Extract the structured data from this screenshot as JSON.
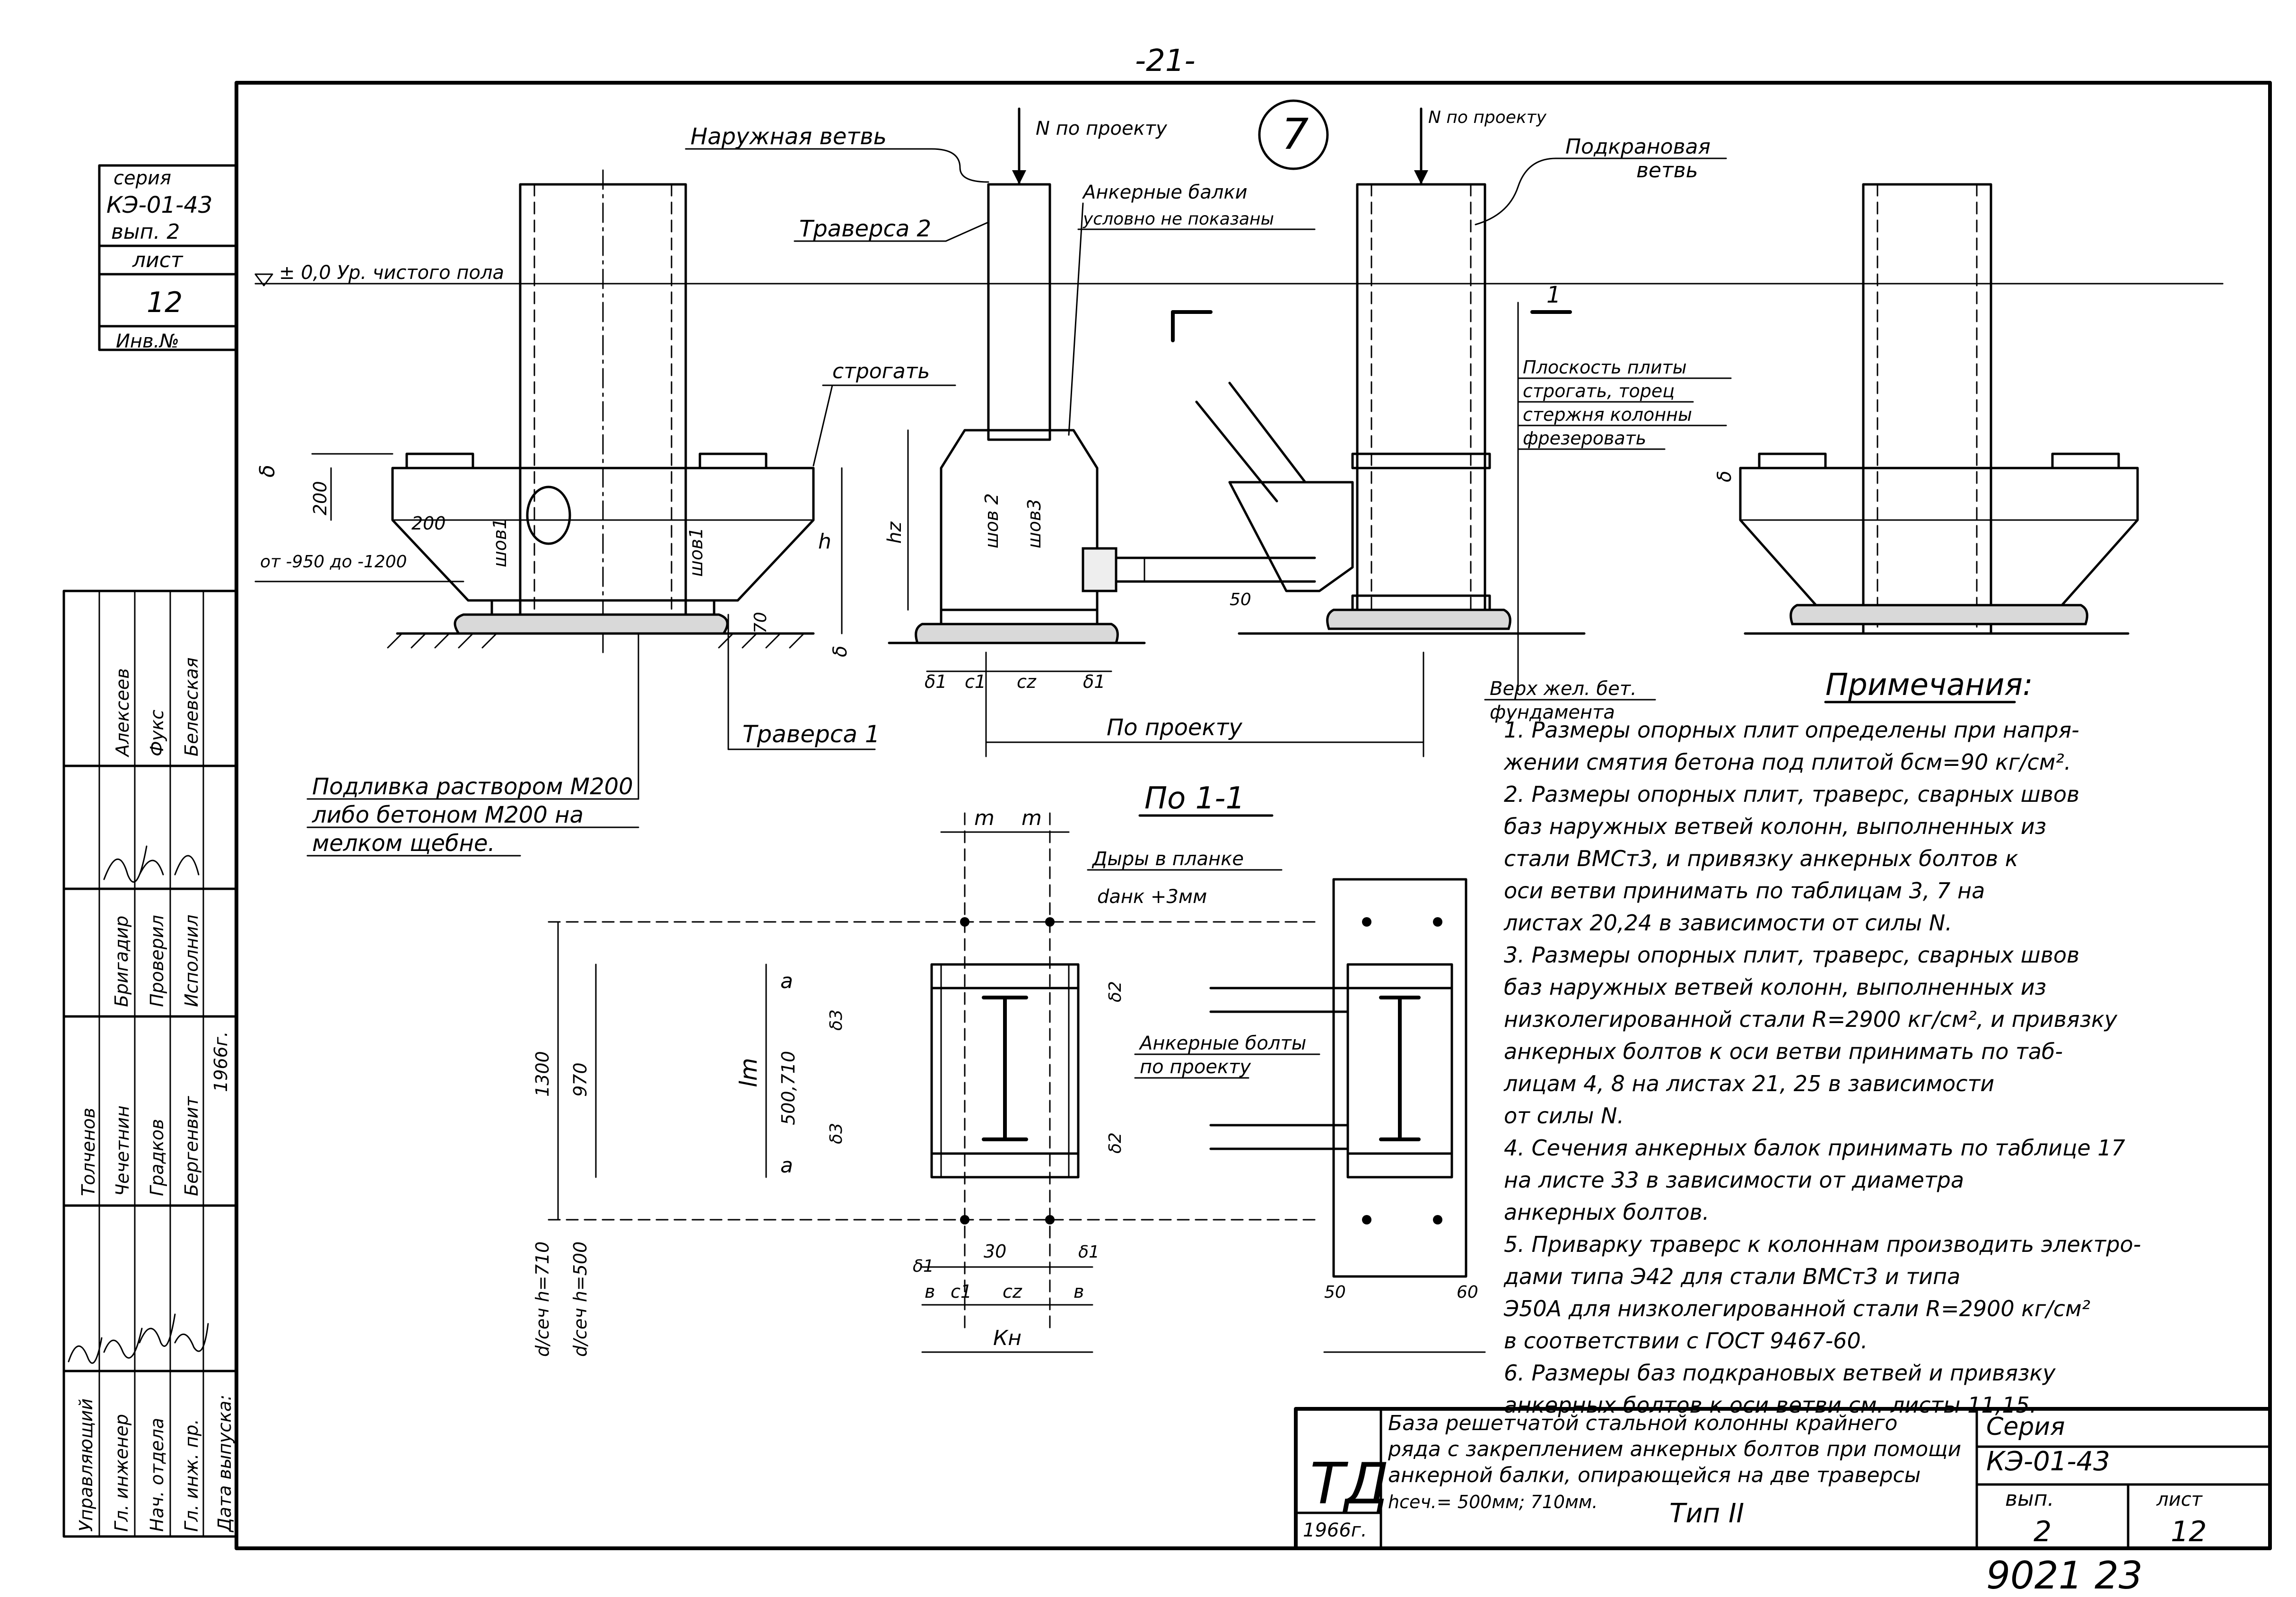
{
  "page_number": "-21-",
  "detail_number": "7",
  "title_block_left": {
    "series_label": "серия",
    "series_code": "КЭ-01-43",
    "issue": "вып. 2",
    "sheet_label": "лист",
    "sheet_number": "12",
    "inv_label": "Инв.№"
  },
  "signatures": {
    "roles": [
      "Управляющий",
      "Гл. инженер",
      "Нач. отдела",
      "Гл. инж. пр.",
      "Дата выпуска:"
    ],
    "roles2": [
      "Бригадир",
      "Проверил",
      "Исполнил"
    ],
    "names": [
      "Толченов",
      "Чечетнин",
      "Градков",
      "Бергенвит"
    ],
    "names2": [
      "Алексеев",
      "Фукс",
      "Белевская"
    ],
    "year": "1966г."
  },
  "labels": {
    "outer_branch": "Наружная ветвь",
    "n_left": "N по проекту",
    "n_right": "N по проекту",
    "crane_branch_1": "Подкрановая",
    "crane_branch_2": "ветвь",
    "traverse2": "Траверса 2",
    "anchor_beams_1": "Анкерные балки",
    "anchor_beams_2": "условно не показаны",
    "floor_level": "± 0,0 Ур. чистого пола",
    "plane_1": "Плоскость плиты",
    "plane_2": "строгать, торец",
    "plane_3": "стержня колонны",
    "plane_4": "фрезеровать",
    "plane_cut": "строгать",
    "depth": "от -950 до -1200",
    "traverse1": "Траверса 1",
    "grout_1": "Подливка раствором М200",
    "grout_2": "либо бетоном М200 на",
    "grout_3": "мелком щебне.",
    "top_found_1": "Верх жел. бет.",
    "top_found_2": "фундамента",
    "by_project": "По проекту",
    "section": "По 1-1",
    "holes": "Дыры в планке",
    "d_anch": "dанк +3мм",
    "anchor_bolts_1": "Анкерные болты",
    "anchor_bolts_2": "по проекту",
    "weld1": "шов1",
    "weld2": "шов 2",
    "weld3": "шов3",
    "section_mark": "1"
  },
  "dims": {
    "d200a": "200",
    "d200b": "200",
    "h": "h",
    "hz": "hz",
    "delta": "δ",
    "d70": "70",
    "d50": "50",
    "delta1a": "δ1",
    "c1": "c1",
    "cz": "cz",
    "delta1b": "δ1",
    "delta_top": "δ",
    "m1": "m",
    "m2": "m",
    "a1": "a",
    "a2": "a",
    "lm": "lm",
    "r500": "500,710",
    "d1300": "1300",
    "d970": "970",
    "delta2a": "δ2",
    "delta2b": "δ2",
    "delta3a": "δ3",
    "delta3b": "δ3",
    "d30": "30",
    "b1": "в",
    "b2": "в",
    "c1b": "c1",
    "czb": "cz",
    "kn": "Кн",
    "d50b": "50",
    "d60": "60",
    "dsec1": "d/сеч h=710",
    "dsec2": "d/сеч h=500",
    "delta1c": "δ1",
    "delta1d": "δ1"
  },
  "notes_title": "Примечания:",
  "notes": [
    "1.  Размеры опорных плит определены при напря-",
    "     жении смятия бетона под плитой бсм=90 кг/см².",
    "2.  Размеры опорных плит, траверс, сварных швов",
    "     баз наружных ветвей колонн, выполненных из",
    "     стали ВМСт3, и привязку анкерных болтов к",
    "     оси ветви принимать по таблицам 3, 7 на",
    "     листах 20,24 в зависимости от силы N.",
    "3.  Размеры опорных плит, траверс, сварных швов",
    "     баз наружных ветвей колонн, выполненных из",
    "     низколегированной стали R=2900 кг/см², и привязку",
    "     анкерных болтов к оси ветви принимать по таб-",
    "     лицам 4, 8 на листах 21, 25 в зависимости",
    "     от силы N.",
    "4.  Сечения анкерных балок принимать по таблице 17",
    "     на листе 33 в зависимости от диаметра",
    "     анкерных болтов.",
    "5.  Приварку траверс к колоннам производить электро-",
    "     дами типа Э42 для стали ВМСт3 и типа",
    "     Э50А для низколегированной стали R=2900 кг/см²",
    "     в соответствии с ГОСТ 9467-60.",
    "6.  Размеры баз подкрановых ветвей и привязку",
    "     анкерных болтов к оси ветви см. листы 11,15."
  ],
  "title_block": {
    "logo": "ТД",
    "year": "1966г.",
    "desc_1": "База решетчатой стальной колонны крайнего",
    "desc_2": "ряда с закреплением анкерных болтов при помощи",
    "desc_3": "анкерной балки, опирающейся на две траверсы",
    "desc_4": "hсеч.= 500мм; 710мм.",
    "type": "Тип II",
    "series_label": "Серия",
    "series_code": "КЭ-01-43",
    "issue_label": "вып.",
    "issue": "2",
    "sheet_label": "лист",
    "sheet": "12"
  },
  "stamp": "9021 23"
}
